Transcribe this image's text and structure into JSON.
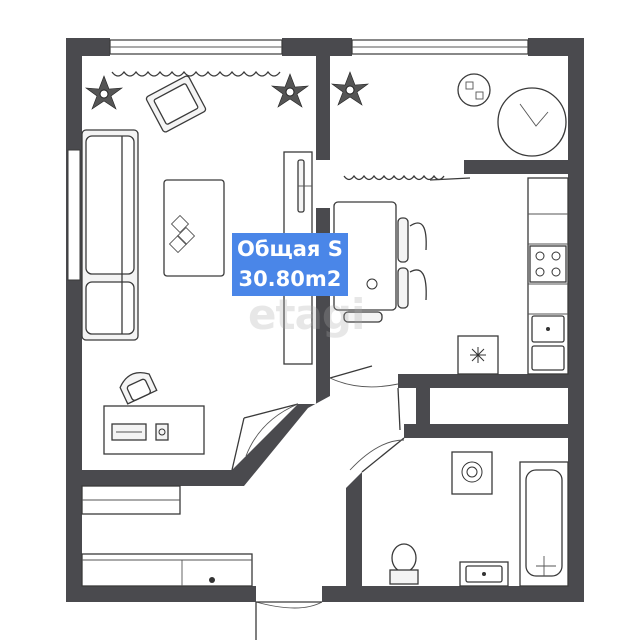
{
  "plan": {
    "area_label_line1": "Общая S",
    "area_label_line2": "30.80m2",
    "watermark": "etagi"
  },
  "colors": {
    "wall": "#4a4a4e",
    "label_bg": "#4a86e8",
    "label_text": "#ffffff"
  }
}
